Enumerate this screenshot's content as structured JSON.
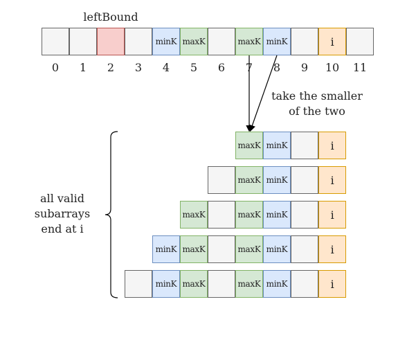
{
  "labels": {
    "left_bound": "leftBound",
    "note_line1": "take the smaller",
    "note_line2": "of the two",
    "brace_line1": "all valid",
    "brace_line2": "subarrays",
    "brace_line3": "end at i"
  },
  "colors": {
    "default": "#f5f5f5",
    "left_bound": "#f8cecc",
    "min_k": "#dae8fc",
    "max_k": "#d5e8d4",
    "current": "#ffe6cc"
  },
  "array": {
    "indices": [
      "0",
      "1",
      "2",
      "3",
      "4",
      "5",
      "6",
      "7",
      "8",
      "9",
      "10",
      "11"
    ],
    "cells": [
      {
        "text": "",
        "kind": "default"
      },
      {
        "text": "",
        "kind": "default"
      },
      {
        "text": "",
        "kind": "red"
      },
      {
        "text": "",
        "kind": "default"
      },
      {
        "text": "minK",
        "kind": "blue"
      },
      {
        "text": "maxK",
        "kind": "green"
      },
      {
        "text": "",
        "kind": "default"
      },
      {
        "text": "maxK",
        "kind": "green"
      },
      {
        "text": "minK",
        "kind": "blue"
      },
      {
        "text": "",
        "kind": "default"
      },
      {
        "text": "i",
        "kind": "orange"
      },
      {
        "text": "",
        "kind": "default"
      }
    ]
  },
  "subarrays": [
    {
      "start": 7,
      "cells": [
        {
          "text": "maxK",
          "kind": "green"
        },
        {
          "text": "minK",
          "kind": "blue"
        },
        {
          "text": "",
          "kind": "default"
        },
        {
          "text": "i",
          "kind": "orange"
        }
      ]
    },
    {
      "start": 6,
      "cells": [
        {
          "text": "",
          "kind": "default"
        },
        {
          "text": "maxK",
          "kind": "green"
        },
        {
          "text": "minK",
          "kind": "blue"
        },
        {
          "text": "",
          "kind": "default"
        },
        {
          "text": "i",
          "kind": "orange"
        }
      ]
    },
    {
      "start": 5,
      "cells": [
        {
          "text": "maxK",
          "kind": "green"
        },
        {
          "text": "",
          "kind": "default"
        },
        {
          "text": "maxK",
          "kind": "green"
        },
        {
          "text": "minK",
          "kind": "blue"
        },
        {
          "text": "",
          "kind": "default"
        },
        {
          "text": "i",
          "kind": "orange"
        }
      ]
    },
    {
      "start": 4,
      "cells": [
        {
          "text": "minK",
          "kind": "blue"
        },
        {
          "text": "maxK",
          "kind": "green"
        },
        {
          "text": "",
          "kind": "default"
        },
        {
          "text": "maxK",
          "kind": "green"
        },
        {
          "text": "minK",
          "kind": "blue"
        },
        {
          "text": "",
          "kind": "default"
        },
        {
          "text": "i",
          "kind": "orange"
        }
      ]
    },
    {
      "start": 3,
      "cells": [
        {
          "text": "",
          "kind": "default"
        },
        {
          "text": "minK",
          "kind": "blue"
        },
        {
          "text": "maxK",
          "kind": "green"
        },
        {
          "text": "",
          "kind": "default"
        },
        {
          "text": "maxK",
          "kind": "green"
        },
        {
          "text": "minK",
          "kind": "blue"
        },
        {
          "text": "",
          "kind": "default"
        },
        {
          "text": "i",
          "kind": "orange"
        }
      ]
    }
  ]
}
